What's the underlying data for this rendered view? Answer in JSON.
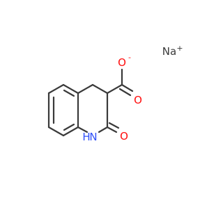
{
  "structure": {
    "atoms": {
      "sodium": "Na",
      "sodium_charge": "+",
      "carboxylate_oxygen": "O",
      "carboxylate_charge": "-",
      "carbonyl_oxygen_acid": "O",
      "amide_nitrogen": "N",
      "amide_hydrogen": "H",
      "lactam_oxygen": "O"
    },
    "colors": {
      "bond": "#3a3a3a",
      "oxygen": "#ff0d0d",
      "nitrogen": "#3050f8",
      "sodium": "#3a3a3a"
    }
  }
}
